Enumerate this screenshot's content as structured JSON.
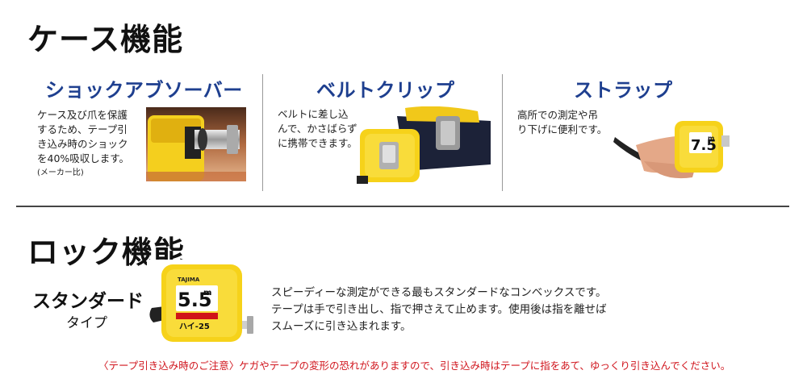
{
  "case_section": {
    "heading": "ケース機能",
    "features": [
      {
        "title": "ショックアブソーバー",
        "lines": [
          "ケース及び爪を保護",
          "するため、テープ引",
          "き込み時のショック",
          "を40%吸収します。"
        ],
        "note": "(メーカー比)"
      },
      {
        "title": "ベルトクリップ",
        "lines": [
          "ベルトに差し込",
          "んで、かさばらず",
          "に携帯できます。"
        ]
      },
      {
        "title": "ストラップ",
        "lines": [
          "高所での測定や吊",
          "り下げに便利です。"
        ]
      }
    ]
  },
  "lock_section": {
    "heading": "ロック機能",
    "type_title": "スタンダード",
    "type_sub": "タイプ",
    "tape_brand": "TAJIMA",
    "tape_size": "5.5",
    "tape_unit": "m",
    "tape_model": "ハイ-25",
    "description": [
      "スピーディーな測定ができる最もスタンダードなコンベックスです。",
      "テープは手で引き出し、指で押さえて止めます。使用後は指を離せば",
      "スムーズに引き込まれます。"
    ],
    "caution": "〈テープ引き込み時のご注意〉ケガやテープの変形の恐れがありますので、引き込み時はテープに指をあて、ゆっくり引き込んでください。"
  },
  "strap_tape": {
    "size": "7.5",
    "unit": "m"
  },
  "colors": {
    "heading_blue": "#1e3f8f",
    "caution_red": "#d0141c",
    "tape_yellow": "#f6d21a"
  }
}
